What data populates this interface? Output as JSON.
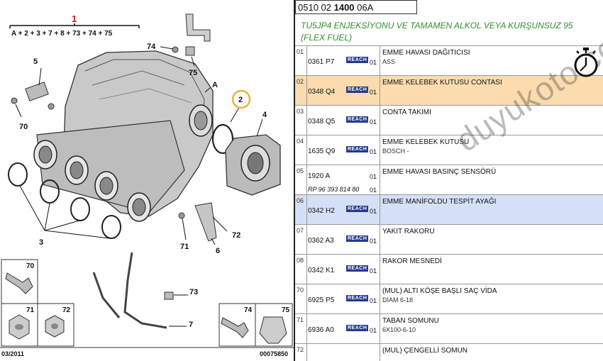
{
  "diagram": {
    "formula_label": "1",
    "formula": "A + 2 + 3 + 7 + 8 + 73 + 74 + 75",
    "callouts": {
      "A": "A",
      "c2": "2",
      "c3": "3",
      "c4": "4",
      "c5": "5",
      "c6": "6",
      "c7": "7",
      "c70": "70",
      "c71": "71",
      "c72": "72",
      "c73": "73",
      "c74": "74",
      "c75": "75"
    },
    "thumbs": {
      "t70": "70",
      "t71": "71",
      "t72": "72",
      "t74": "74",
      "t75": "75"
    },
    "date": "03/2011",
    "drawing_no": "00075850"
  },
  "parts_header": {
    "code_a": "0510 02 ",
    "code_b": "1400",
    "code_c": " 06A",
    "engine": "TU5JP4 ENJEKSİYONU VE TAMAMEN ALKOL VEYA KURŞUNSUZ 95 (FLEX FUEL)"
  },
  "reach_label": "REACH",
  "watermark": "duyukoto.com",
  "rows": [
    {
      "idx": "01",
      "ref": "0361 P7",
      "qty": "01",
      "name": "EMME HAVASI DAĞITICISI",
      "sub": "ASS",
      "hl": ""
    },
    {
      "idx": "02",
      "ref": "0348 Q4",
      "qty": "01",
      "name": "EMME KELEBEK KUTUSU CONTASI",
      "sub": "",
      "hl": "yellow"
    },
    {
      "idx": "03",
      "ref": "0348 Q5",
      "qty": "01",
      "name": "CONTA TAKIMI",
      "sub": "",
      "hl": ""
    },
    {
      "idx": "04",
      "ref": "1635 Q9",
      "qty": "01",
      "name": "EMME KELEBEK KUTUSU",
      "sub": "BOSCH -",
      "hl": ""
    },
    {
      "idx": "05",
      "ref": "1920 A",
      "ref2": "RP 96 393 814 80",
      "qty": "01",
      "qty2": "01",
      "name": "EMME HAVASI BASINÇ SENSÖRÜ",
      "sub": "",
      "hl": ""
    },
    {
      "idx": "06",
      "ref": "0342 H2",
      "qty": "01",
      "name": "EMME MANİFOLDU TESPİT AYAĞI",
      "sub": "",
      "hl": "blue"
    },
    {
      "idx": "07",
      "ref": "0362 A3",
      "qty": "01",
      "name": "YAKIT RAKORU",
      "sub": "",
      "hl": ""
    },
    {
      "idx": "08",
      "ref": "0342 K1",
      "qty": "01",
      "name": "RAKOR MESNEDİ",
      "sub": "",
      "hl": ""
    },
    {
      "idx": "70",
      "ref": "6925 P5",
      "qty": "01",
      "name": "(MUL) ALTI KÖŞE BAŞLI SAÇ VİDA",
      "sub": "DIAM 6-18",
      "hl": ""
    },
    {
      "idx": "71",
      "ref": "6936 A0",
      "qty": "01",
      "name": "TABAN SOMUNU",
      "sub": "6X100-6-10",
      "hl": ""
    },
    {
      "idx": "72",
      "ref": "",
      "qty": "",
      "name": "(MUL) ÇENGELLİ SOMUN",
      "sub": "",
      "hl": ""
    }
  ]
}
